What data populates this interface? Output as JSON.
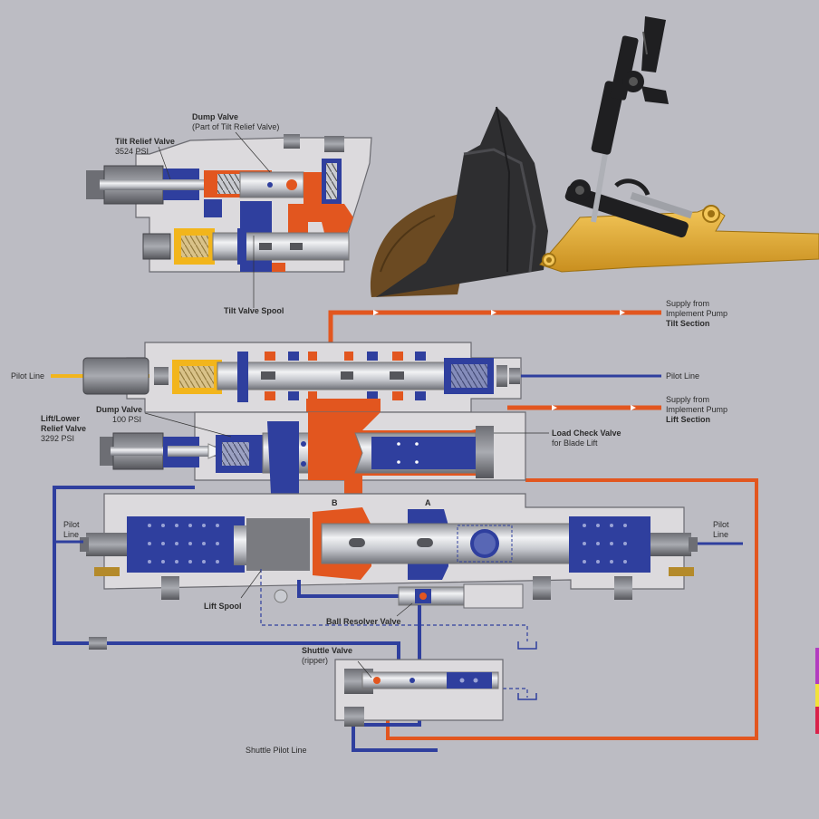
{
  "colors": {
    "background": "#bcbcc3",
    "housing": "#dcdadd",
    "housing_outline": "#6a6a70",
    "pressure_blue": "#2f3f9e",
    "supply_orange": "#e2561f",
    "pilot_yellow": "#f2b51c",
    "spool_steel": "#c9cbd1",
    "machine_yellow": "#e8b23a",
    "bucket_black": "#2e2e30",
    "soil_brown": "#6b4a22"
  },
  "labels": {
    "dump_valve_top": "Dump Valve",
    "dump_valve_top_sub": "(Part of Tilt Relief Valve)",
    "tilt_relief": "Tilt Relief Valve",
    "tilt_relief_psi": "3524 PSI",
    "tilt_valve_spool": "Tilt Valve Spool",
    "pilot_line_left": "Pilot Line",
    "pilot_line_right": "Pilot Line",
    "supply_tilt_1": "Supply from",
    "supply_tilt_2": "Implement Pump",
    "supply_tilt_3": "Tilt Section",
    "supply_lift_1": "Supply from",
    "supply_lift_2": "Implement Pump",
    "supply_lift_3": "Lift Section",
    "dump_valve_mid": "Dump Valve",
    "dump_valve_mid_psi": "100 PSI",
    "lift_lower_1": "Lift/Lower",
    "lift_lower_2": "Relief Valve",
    "lift_lower_psi": "3292 PSI",
    "load_check": "Load Check Valve",
    "load_check_sub": "for Blade Lift",
    "pilot_line_lift_left_1": "Pilot",
    "pilot_line_lift_left_2": "Line",
    "pilot_line_lift_right_1": "Pilot",
    "pilot_line_lift_right_2": "Line",
    "port_b": "B",
    "port_a": "A",
    "lift_spool": "Lift Spool",
    "ball_resolver": "Ball Resolver Valve",
    "shuttle_valve": "Shuttle Valve",
    "shuttle_valve_sub": "(ripper)",
    "shuttle_pilot": "Shuttle Pilot Line"
  }
}
